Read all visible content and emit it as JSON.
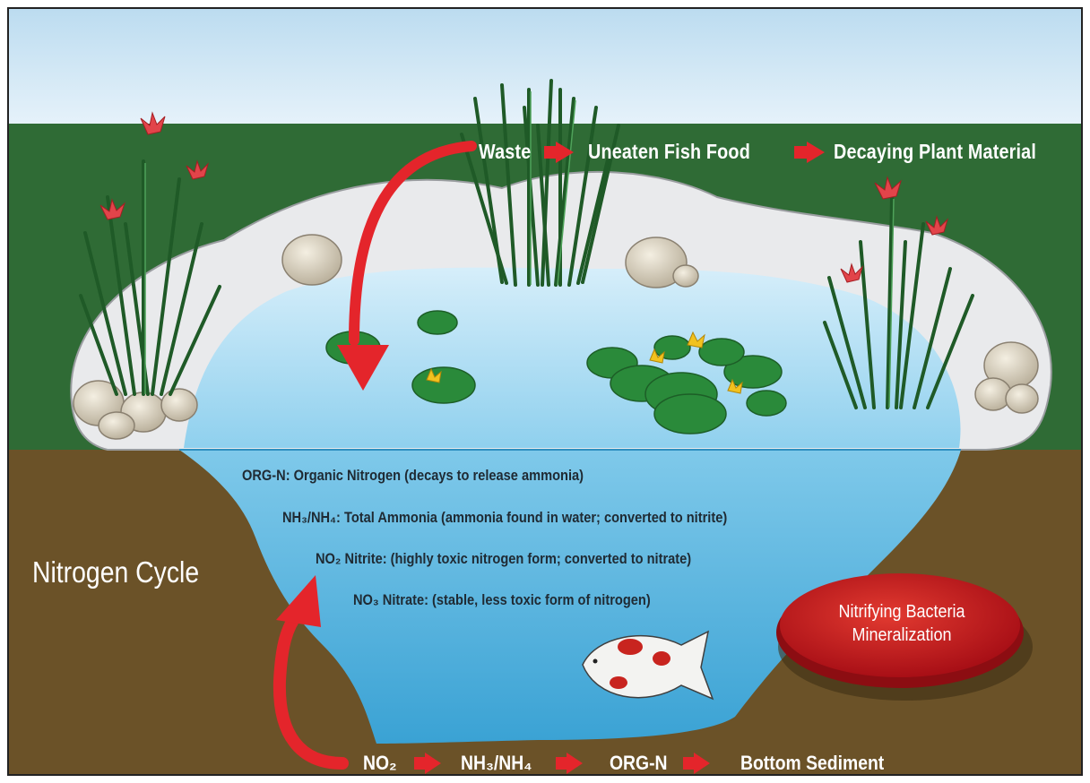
{
  "title": "Nitrogen Cycle",
  "top_chain": [
    "Waste",
    "Uneaten Fish Food",
    "Decaying Plant Material"
  ],
  "bottom_chain": [
    "NO₂",
    "NH₃/NH₄",
    "ORG-N",
    "Bottom Sediment"
  ],
  "definitions": [
    {
      "term": "ORG-N:",
      "text": "Organic Nitrogen (decays to release ammonia)"
    },
    {
      "term": "NH₃/NH₄:",
      "text": "Total Ammonia (ammonia found in water; converted to nitrite)"
    },
    {
      "term": "NO₂",
      "text": "Nitrite: (highly toxic nitrogen form; converted to nitrate)"
    },
    {
      "term": "NO₃",
      "text": "Nitrate: (stable, less toxic form of nitrogen)"
    }
  ],
  "badge": {
    "line1": "Nitrifying Bacteria",
    "line2": "Mineralization"
  },
  "colors": {
    "sky": "#cfe6f5",
    "grass": "#2f6b35",
    "soil": "#6b5228",
    "water": "#5cb6de",
    "arrow": "#e4252b",
    "badge": "#c8161d"
  }
}
